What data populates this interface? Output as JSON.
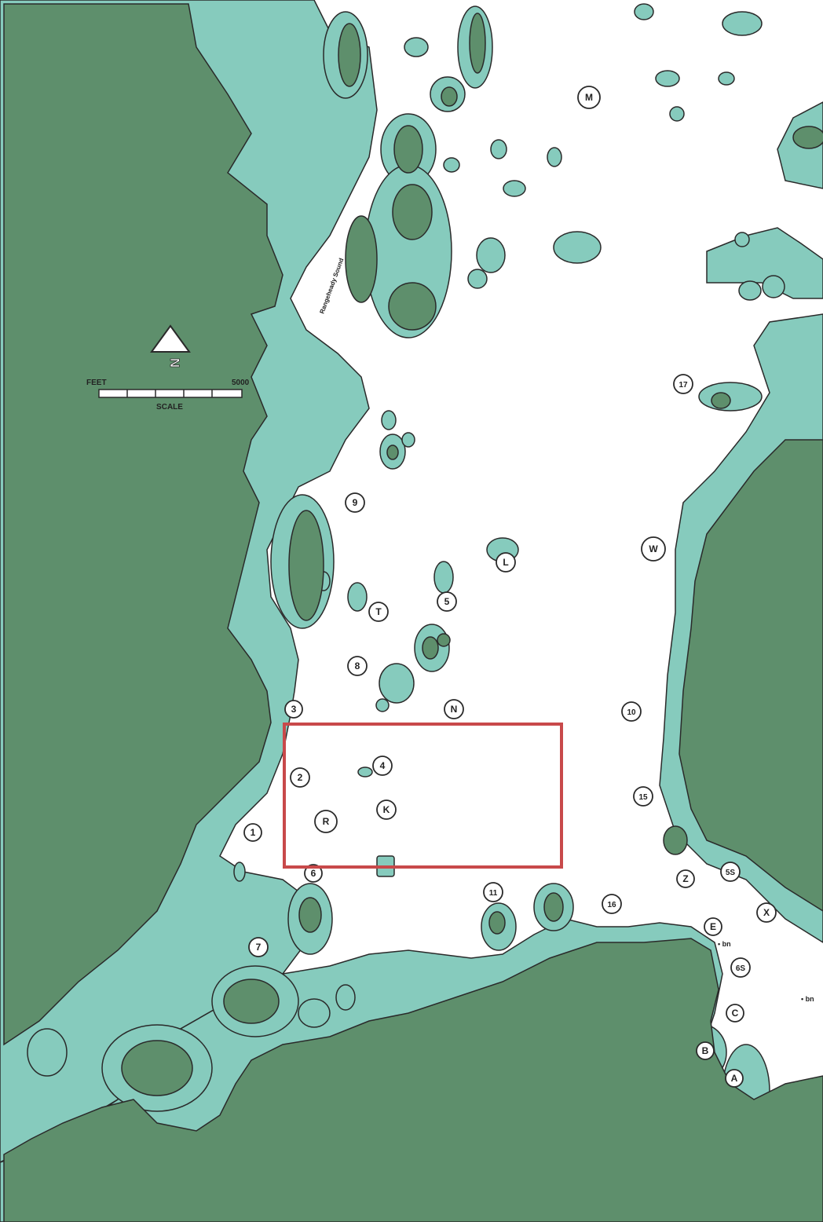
{
  "colors": {
    "land": "#5e8f6c",
    "shallow": "#86cbbd",
    "water": "#ffffff",
    "outline": "#2a2a2a",
    "highlight": "#c8494a"
  },
  "north_arrow": {
    "letter": "N",
    "icon": "north-arrow-icon"
  },
  "scale_bar": {
    "unit_label": "FEET",
    "max_label": "5000",
    "caption": "SCALE"
  },
  "feature_label": {
    "name": "Rangeheady Sound"
  },
  "markers": [
    {
      "id": "M",
      "label": "M"
    },
    {
      "id": "17",
      "label": "17"
    },
    {
      "id": "9",
      "label": "9"
    },
    {
      "id": "W",
      "label": "W"
    },
    {
      "id": "L",
      "label": "L"
    },
    {
      "id": "5",
      "label": "5"
    },
    {
      "id": "T",
      "label": "T"
    },
    {
      "id": "8",
      "label": "8"
    },
    {
      "id": "3",
      "label": "3"
    },
    {
      "id": "N",
      "label": "N"
    },
    {
      "id": "10",
      "label": "10"
    },
    {
      "id": "2",
      "label": "2"
    },
    {
      "id": "4",
      "label": "4"
    },
    {
      "id": "K",
      "label": "K"
    },
    {
      "id": "R",
      "label": "R"
    },
    {
      "id": "15",
      "label": "15"
    },
    {
      "id": "1",
      "label": "1"
    },
    {
      "id": "6",
      "label": "6"
    },
    {
      "id": "11",
      "label": "11"
    },
    {
      "id": "16",
      "label": "16"
    },
    {
      "id": "Z",
      "label": "Z"
    },
    {
      "id": "5S-1",
      "label": "5S"
    },
    {
      "id": "X",
      "label": "X"
    },
    {
      "id": "E",
      "label": "E"
    },
    {
      "id": "7",
      "label": "7"
    },
    {
      "id": "6S",
      "label": "6S"
    },
    {
      "id": "C",
      "label": "C"
    },
    {
      "id": "B",
      "label": "B"
    },
    {
      "id": "A",
      "label": "A"
    }
  ],
  "small_labels": [
    {
      "id": "bn-1",
      "label": "• bn"
    },
    {
      "id": "bn-2",
      "label": "• bn"
    }
  ]
}
